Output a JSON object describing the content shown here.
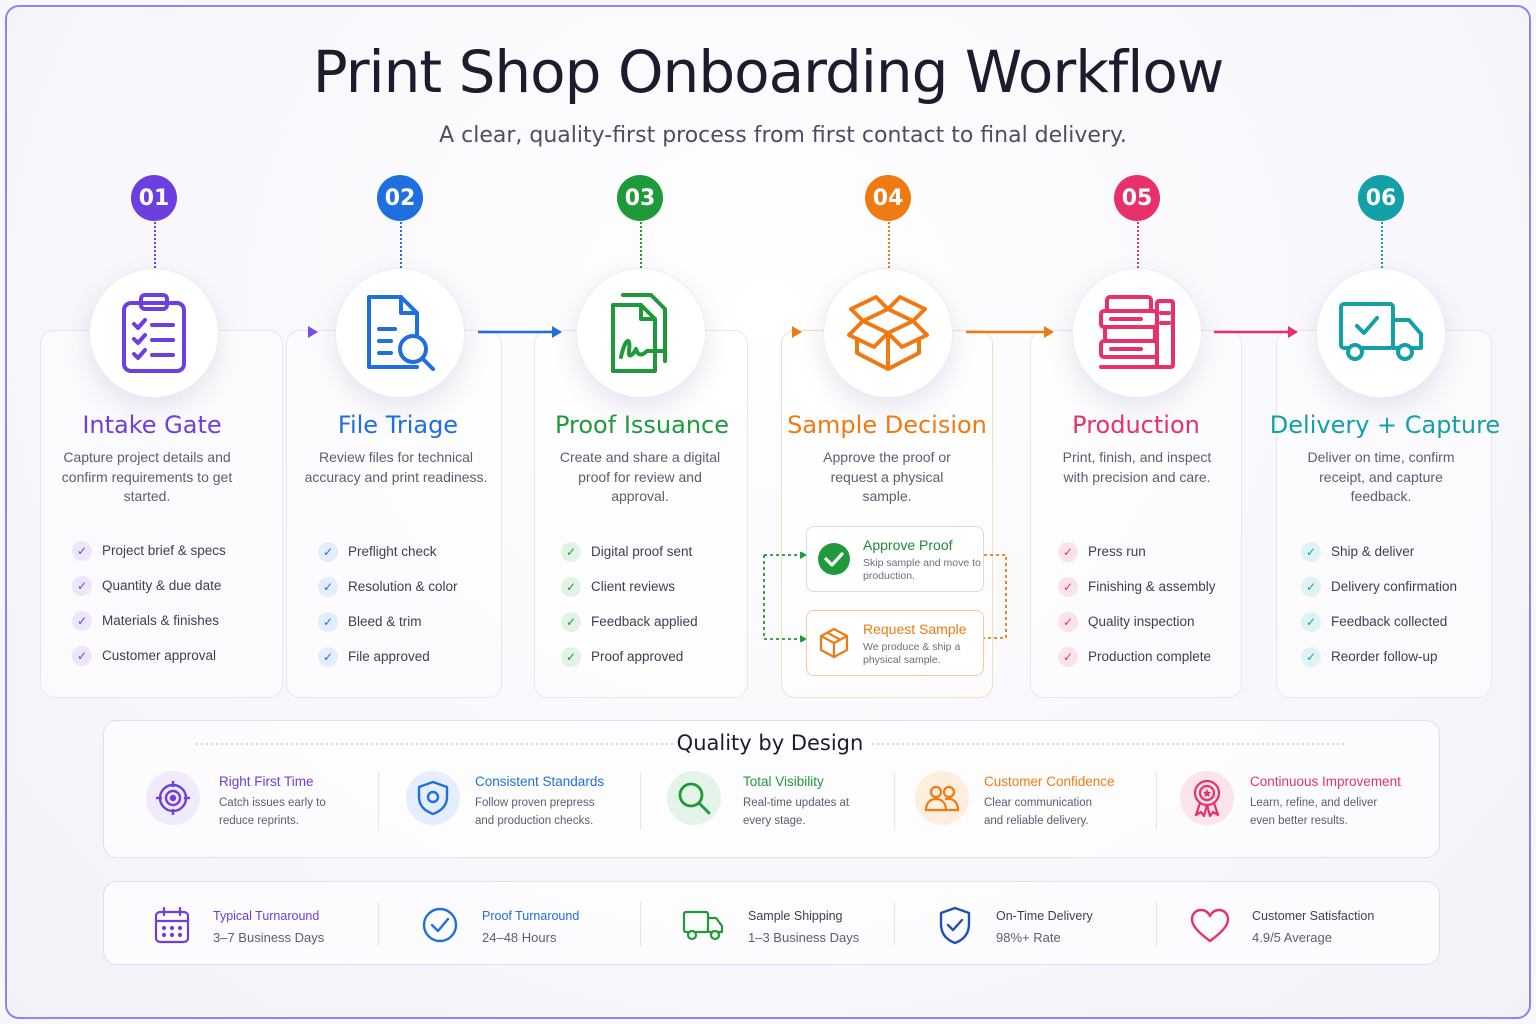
{
  "header": {
    "title": "Print Shop Onboarding Workflow",
    "subtitle": "A clear, quality-first process from first contact to final delivery."
  },
  "colors": {
    "intake": "#6d3ee0",
    "triage": "#1f6fe0",
    "proof": "#1f9a3a",
    "sample": "#f07a12",
    "production": "#e8306b",
    "delivery": "#14a0a8"
  },
  "steps": [
    {
      "number": "01",
      "title": "Intake Gate",
      "icon": "clipboard-icon",
      "description": "Capture project details and confirm requirements to get started.",
      "items": [
        "Project brief & specs",
        "Quantity & due date",
        "Materials & finishes",
        "Customer approval"
      ]
    },
    {
      "number": "02",
      "title": "File Triage",
      "icon": "file-search-icon",
      "description": "Review files for technical accuracy and print readiness.",
      "items": [
        "Preflight check",
        "Resolution & color",
        "Bleed & trim",
        "File approved"
      ]
    },
    {
      "number": "03",
      "title": "Proof Issuance",
      "icon": "signed-document-icon",
      "description": "Create and share a digital proof for review and approval.",
      "items": [
        "Digital proof sent",
        "Client reviews",
        "Feedback applied",
        "Proof approved"
      ]
    },
    {
      "number": "04",
      "title": "Sample Decision",
      "icon": "open-box-icon",
      "description": "Approve the proof or request a physical sample.",
      "options": [
        {
          "title": "Approve Proof",
          "description": "Skip sample and move to production."
        },
        {
          "title": "Request Sample",
          "description": "We produce & ship a physical sample."
        }
      ]
    },
    {
      "number": "05",
      "title": "Production",
      "icon": "printer-icon",
      "description": "Print, finish, and inspect with precision and care.",
      "items": [
        "Press run",
        "Finishing & assembly",
        "Quality inspection",
        "Production complete"
      ]
    },
    {
      "number": "06",
      "title": "Delivery + Capture",
      "icon": "delivery-truck-icon",
      "description": "Deliver on time, confirm receipt, and capture feedback.",
      "items": [
        "Ship & deliver",
        "Delivery confirmation",
        "Feedback collected",
        "Reorder follow-up"
      ]
    }
  ],
  "quality": {
    "title": "Quality by Design",
    "items": [
      {
        "title": "Right First Time",
        "description": [
          "Catch issues early to",
          "reduce reprints."
        ],
        "icon": "target-icon",
        "color": "#6d3ee0"
      },
      {
        "title": "Consistent Standards",
        "description": [
          "Follow proven prepress",
          "and production checks."
        ],
        "icon": "shield-icon",
        "color": "#1f6fe0"
      },
      {
        "title": "Total Visibility",
        "description": [
          "Real-time updates at",
          "every stage."
        ],
        "icon": "magnifier-icon",
        "color": "#1f9a3a"
      },
      {
        "title": "Customer Confidence",
        "description": [
          "Clear communication",
          "and reliable delivery."
        ],
        "icon": "people-icon",
        "color": "#f07a12"
      },
      {
        "title": "Continuous Improvement",
        "description": [
          "Learn, refine, and deliver",
          "even better results."
        ],
        "icon": "award-ribbon-icon",
        "color": "#e8306b"
      }
    ]
  },
  "stats": [
    {
      "title": "Typical Turnaround",
      "value": "3–7 Business Days",
      "icon": "calendar-icon"
    },
    {
      "title": "Proof Turnaround",
      "value": "24–48 Hours",
      "icon": "check-circle-icon"
    },
    {
      "title": "Sample Shipping",
      "value": "1–3 Business Days",
      "icon": "truck-icon"
    },
    {
      "title": "On-Time Delivery",
      "value": "98%+ Rate",
      "icon": "shield-check-icon"
    },
    {
      "title": "Customer Satisfaction",
      "value": "4.9/5 Average",
      "icon": "heart-icon"
    }
  ]
}
